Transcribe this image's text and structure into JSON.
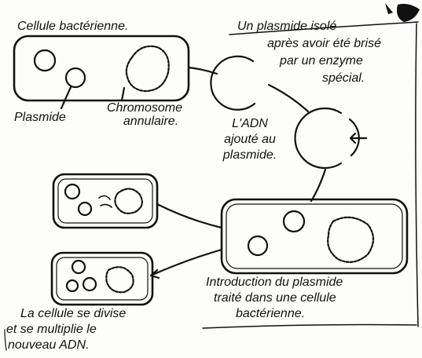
{
  "labels": {
    "bacterial_cell": "Cellule bactérienne.",
    "plasmid": "Plasmide",
    "chromosome_line1": "Chromosome",
    "chromosome_line2": "annulaire.",
    "isolated_line1": "Un plasmide isolé",
    "isolated_line2": "après avoir été brisé",
    "isolated_line3": "par un enzyme",
    "isolated_line4": "spécial.",
    "dna_line1": "L'ADN",
    "dna_line2": "ajouté au",
    "dna_line3": "plasmide.",
    "intro_line1": "Introduction du plasmide",
    "intro_line2": "traité dans une cellule",
    "intro_line3": "bactérienne.",
    "divide_line1": "La cellule se divise",
    "divide_line2": "et se multiplie le",
    "divide_line3": "nouveau ADN."
  },
  "colors": {
    "ink": "#111111",
    "paper": "#fdfdfb"
  }
}
